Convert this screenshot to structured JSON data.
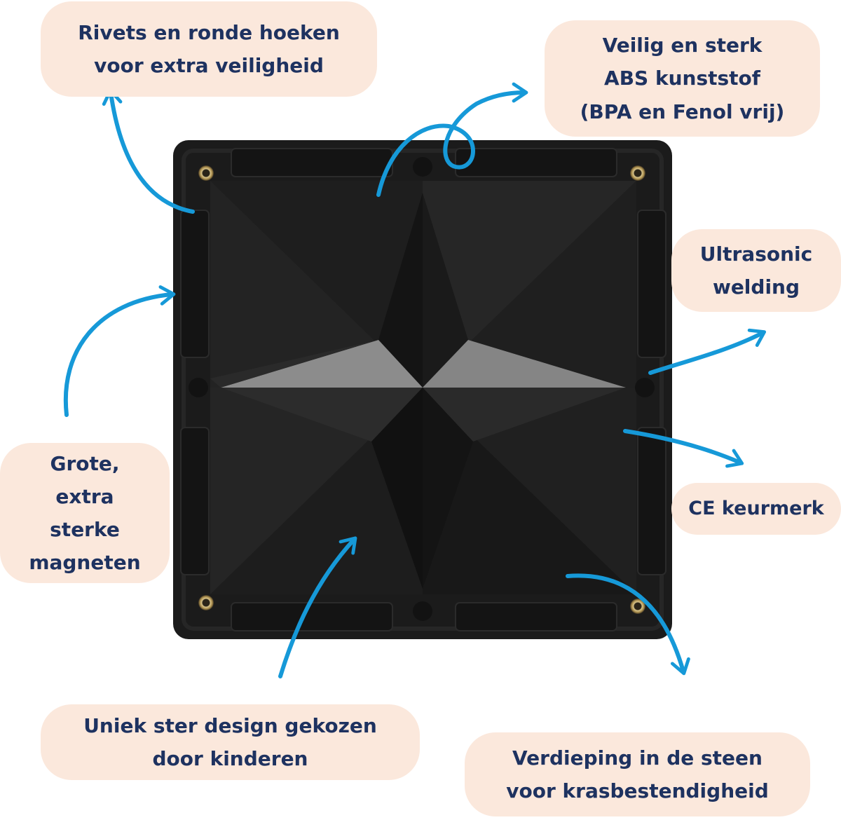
{
  "accent_color": "#1699d8",
  "callout_bg": "#fbe8dc",
  "text_color": "#1e3260",
  "tile_color": "#1c1c1c",
  "callouts": {
    "rivets": {
      "lines": [
        "Rivets en ronde hoeken",
        "voor extra veiligheid"
      ]
    },
    "abs": {
      "lines": [
        "Veilig en sterk",
        "ABS kunststof",
        "(BPA en Fenol vrij)"
      ]
    },
    "ultra": {
      "lines": [
        "Ultrasonic",
        "welding"
      ]
    },
    "magnets": {
      "lines": [
        "Grote,",
        "extra",
        "sterke",
        "magneten"
      ]
    },
    "ce": {
      "lines": [
        "CE keurmerk"
      ]
    },
    "star": {
      "lines": [
        "Uniek ster design gekozen",
        "door kinderen"
      ]
    },
    "groove": {
      "lines": [
        "Verdieping in de steen",
        "voor krasbestendigheid"
      ]
    }
  },
  "icons": [
    "rivet-icon",
    "magnet-slot-icon",
    "arrow-icon"
  ]
}
